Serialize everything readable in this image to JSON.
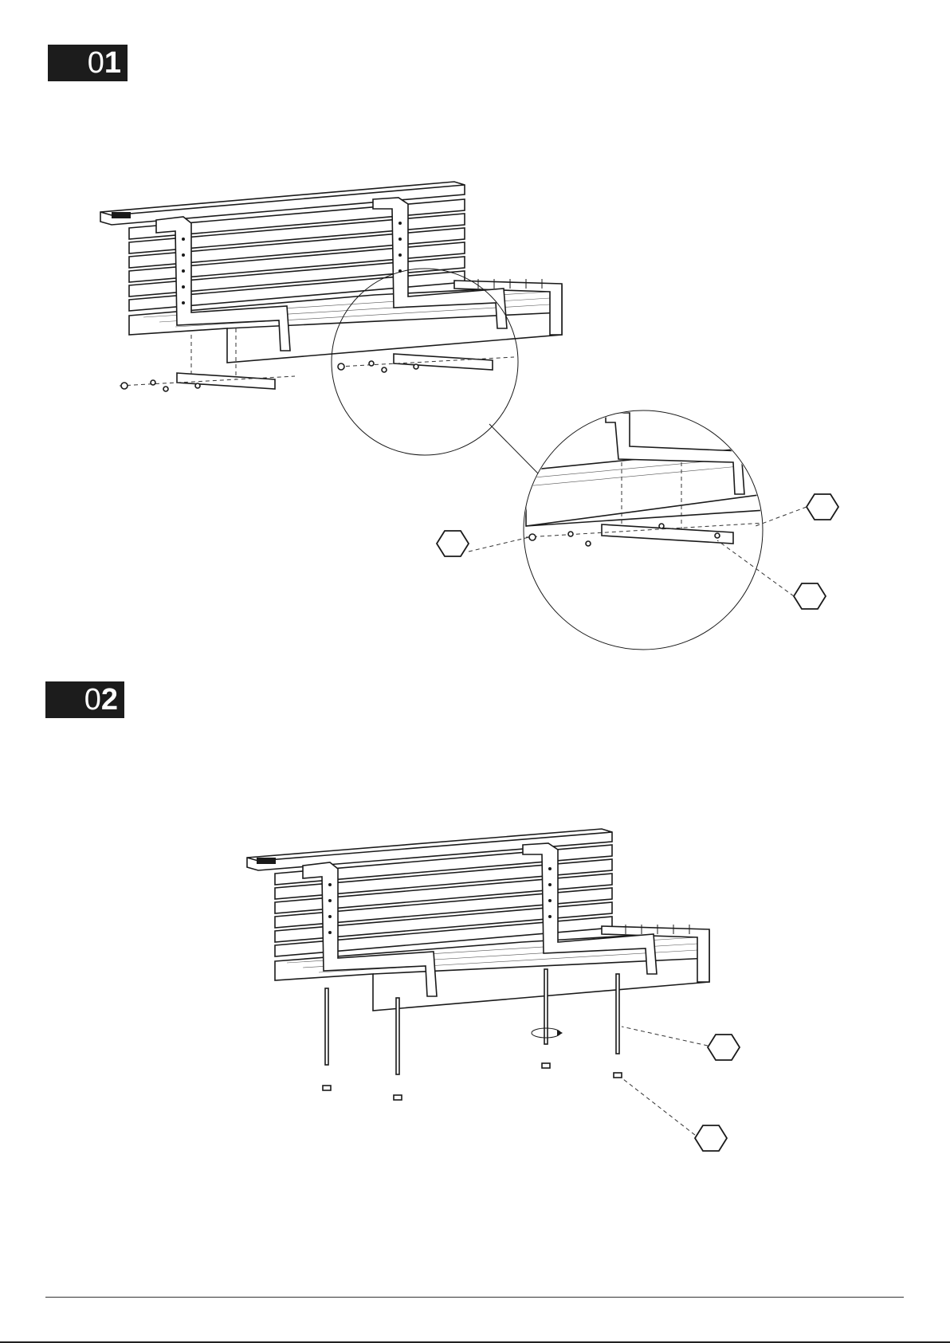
{
  "steps": [
    {
      "number_light": "0",
      "number_bold": "1",
      "callouts": [
        "hex-callout-left",
        "hex-callout-top-right",
        "hex-callout-bottom-right"
      ]
    },
    {
      "number_light": "0",
      "number_bold": "2",
      "callouts": [
        "hex-callout-leg",
        "hex-callout-foot"
      ]
    }
  ],
  "icons": {
    "step_badge": "black-rectangle-badge",
    "part_callout": "hexagon-outline",
    "rotate_indicator": "rotation-arrow-icon"
  },
  "colors": {
    "ink": "#1a1a1a",
    "paper": "#ffffff"
  }
}
